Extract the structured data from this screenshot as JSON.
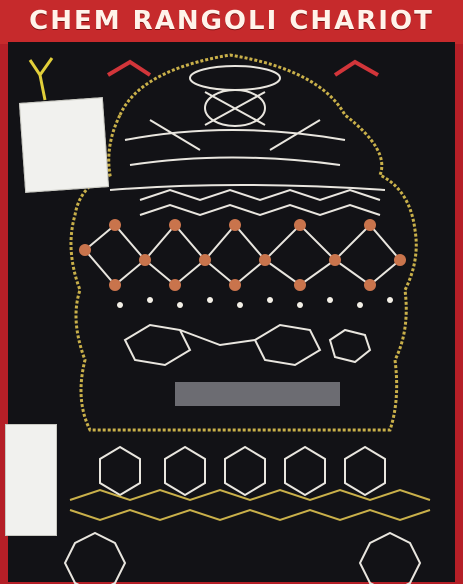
{
  "poster": {
    "title": "CHEM RANGOLI CHARIOT",
    "colors": {
      "frame": "#b51f27",
      "board": "#121216",
      "title_text": "#fff3ea",
      "rangoli_white": "#e9e6df",
      "rangoli_gold": "#c9b04a",
      "rangoli_red": "#d2353a",
      "atom_orange": "#c9744c",
      "atom_white": "#f3efe6"
    },
    "elements": [
      "molecule-pattern",
      "benzene-rings",
      "price-tags",
      "ribbon"
    ]
  }
}
